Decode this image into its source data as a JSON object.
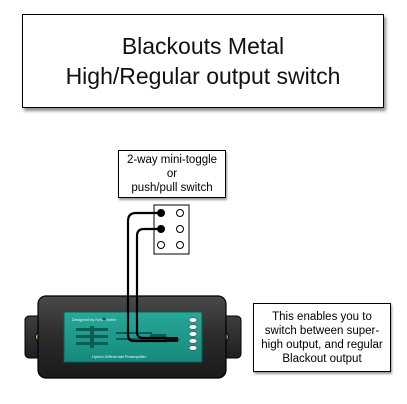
{
  "title": {
    "line1": "Blackouts Metal",
    "line2": "High/Regular output switch"
  },
  "switch_label": {
    "line1": "2-way mini-toggle",
    "line2": "or",
    "line3": "push/pull switch"
  },
  "note": "This enables you to switch between super-high output, and regular Blackout output",
  "pickup": {
    "designer_text": "Designed by Kevin Keller",
    "board_text": "Hybrid Differential Preamplifier"
  },
  "colors": {
    "pickup_body": "#2b2b2b",
    "pcb": "#1f9a8c",
    "wire": "#000000",
    "mount_screw": "#d9c640"
  }
}
